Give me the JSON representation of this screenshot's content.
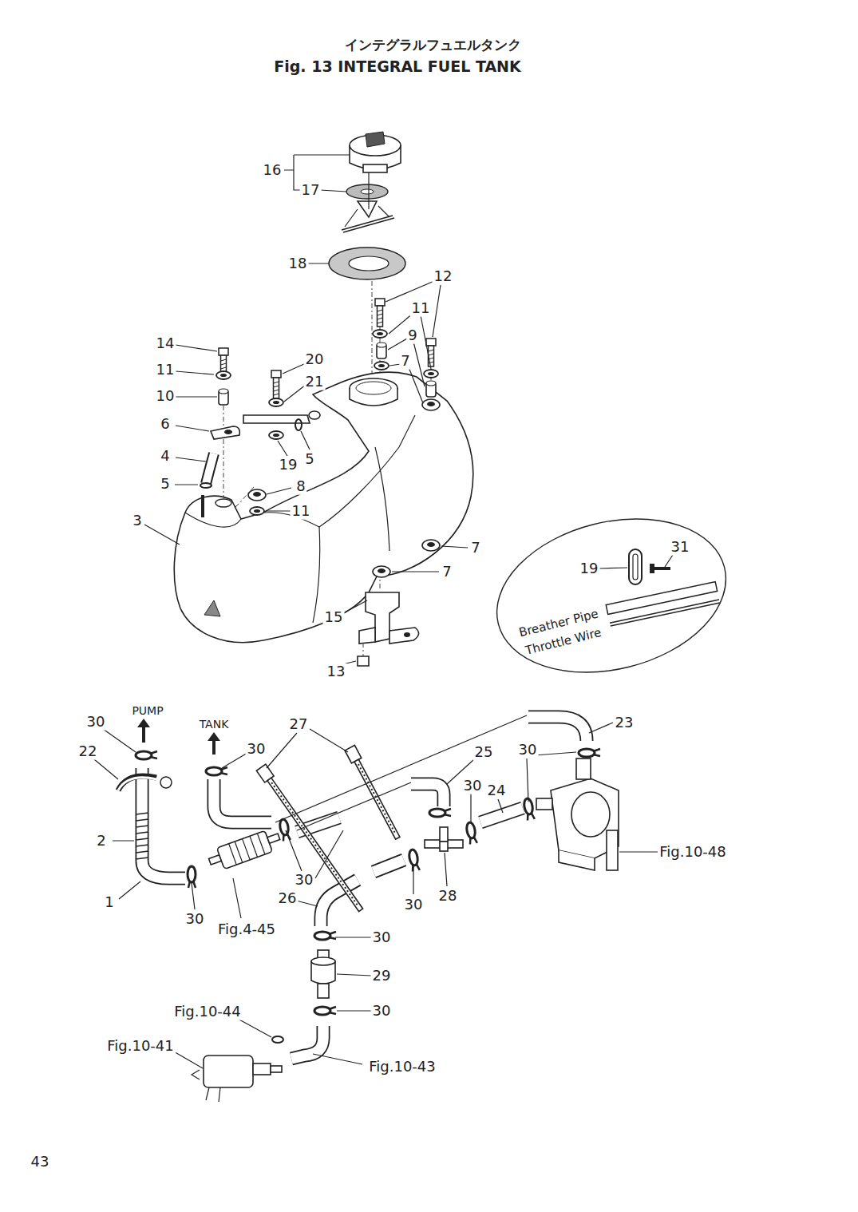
{
  "diagram": {
    "title": "Fig. 13 INTEGRAL FUEL TANK",
    "labels": [
      "インテグラルフュエルタンク",
      "16",
      "17",
      "18",
      "12",
      "11",
      "9",
      "14",
      "20",
      "7",
      "11",
      "21",
      "10",
      "6",
      "4",
      "19",
      "5",
      "5",
      "8",
      "11",
      "3",
      "7",
      "31",
      "19",
      "7",
      "15",
      "Breather Pipe",
      "Throttle Wire",
      "13",
      "30",
      "PUMP",
      "TANK",
      "27",
      "23",
      "30",
      "22",
      "25",
      "30",
      "30",
      "24",
      "2",
      "Fig.10-48",
      "30",
      "1",
      "26",
      "30",
      "28",
      "30",
      "Fig.4-45",
      "30",
      "29",
      "Fig.10-44",
      "30",
      "Fig.10-41",
      "Fig.10-43",
      "43"
    ]
  }
}
